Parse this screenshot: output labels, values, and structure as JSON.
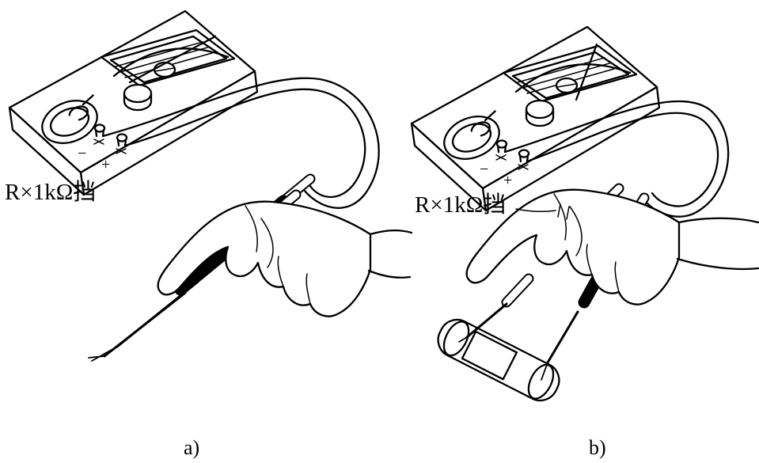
{
  "figure": {
    "panels": [
      {
        "range_label": "R×1kΩ挡",
        "caption": "a)"
      },
      {
        "range_label": "R×1kΩ挡",
        "caption": "b)"
      }
    ],
    "meter_marks": {
      "minus": "−",
      "plus": "+"
    }
  },
  "colors": {
    "ink": "#000000",
    "background": "#ffffff"
  }
}
